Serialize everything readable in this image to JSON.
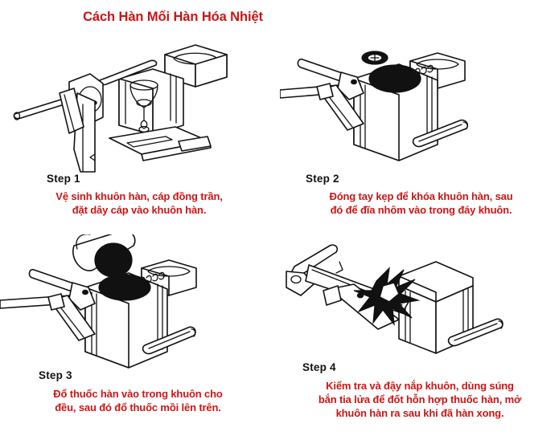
{
  "document": {
    "title": "Cách Hàn Mối Hàn Hóa Nhiệt",
    "title_color": "#cc1414",
    "caption_color": "#cc1515",
    "label_color": "#111111",
    "background_color": "#ffffff",
    "line_art_color": "#111111"
  },
  "steps": [
    {
      "label": "Step  1",
      "caption": "Vệ sinh khuôn hàn, cáp đồng trần, đặt dây cáp vào khuôn hàn.",
      "caption_line1": "Vệ sinh khuôn hàn, cáp đồng trần,",
      "caption_line2": "đặt dây cáp vào khuôn hàn.",
      "figure_name": "open-mold-with-cleaning-tool"
    },
    {
      "label": "Step  2",
      "caption": "Đóng tay kẹp để khóa khuôn hàn, sau đó để đĩa nhôm vào trong đáy khuôn.",
      "caption_line1": "Đóng tay kẹp để khóa khuôn hàn, sau",
      "caption_line2": "đó để đĩa nhôm vào trong đáy khuôn.",
      "figure_name": "closed-mold-with-aluminium-disc"
    },
    {
      "label": "Step  3",
      "caption": "Đổ thuốc hàn vào trong khuôn cho đều, sau đó đổ thuốc mồi lên trên.",
      "caption_line1": "Đổ thuốc hàn vào trong khuôn cho",
      "caption_line2": "đều, sau đó đổ thuốc mồi lên trên.",
      "figure_name": "pouring-weld-powder-into-mold"
    },
    {
      "label": "Step  4",
      "caption": "Kiểm tra và đậy nắp khuôn, dùng súng bắn tia lửa để đốt hỗn hợp thuốc hàn, mở khuôn hàn ra sau khi đã hàn xong.",
      "caption_line1": "Kiểm tra và đậy nắp khuôn, dùng súng",
      "caption_line2": "bắn tia lửa để đốt hỗn hợp thuốc hàn, mở",
      "caption_line3": "khuôn hàn ra sau khi đã hàn xong.",
      "figure_name": "igniting-mold-with-flint-gun"
    }
  ]
}
